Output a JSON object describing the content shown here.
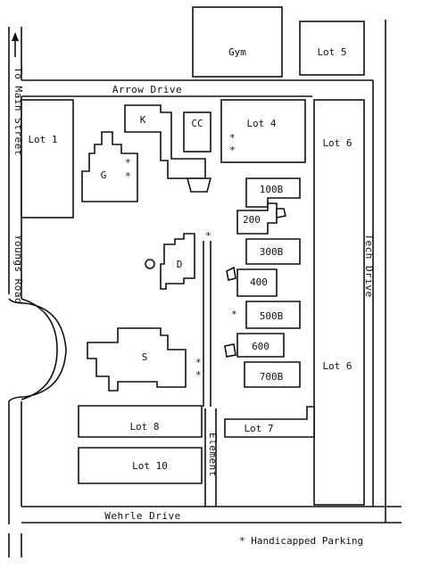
{
  "streets": {
    "top": "Arrow Drive",
    "bottom": "Wehrle Drive",
    "left_upper": "To Main Street",
    "left_lower": "Youngs Road",
    "right": "Tech Drive",
    "center": "Element"
  },
  "lots": {
    "lot1": "Lot 1",
    "lot4": "Lot 4",
    "lot5": "Lot 5",
    "lot6_top": "Lot 6",
    "lot6_bottom": "Lot 6",
    "lot7": "Lot 7",
    "lot8": "Lot 8",
    "lot10": "Lot 10"
  },
  "buildings": {
    "gym": "Gym",
    "k": "K",
    "cc": "CC",
    "g": "G",
    "d": "D",
    "s": "S",
    "b100": "100B",
    "b200": "200",
    "b300": "300B",
    "b400": "400",
    "b500": "500B",
    "b600": "600",
    "b700": "700B"
  },
  "marker": "*",
  "legend": "* Handicapped Parking"
}
